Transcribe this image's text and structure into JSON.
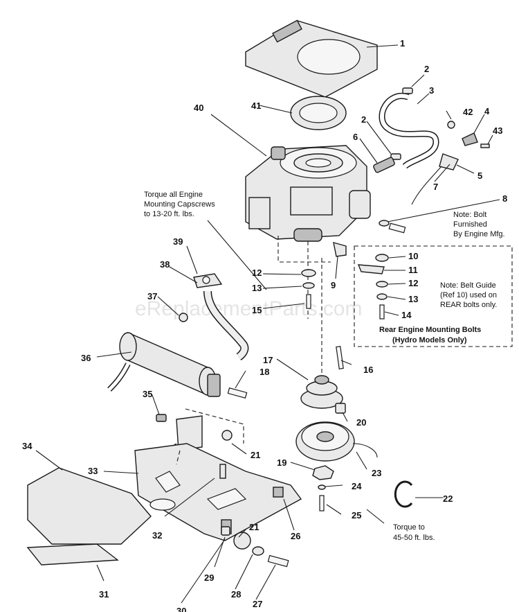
{
  "watermark": "eReplacementParts.com",
  "callouts": [
    "1",
    "2",
    "3",
    "2",
    "6",
    "42",
    "4",
    "43",
    "5",
    "7",
    "8",
    "40",
    "41",
    "39",
    "38",
    "37",
    "36",
    "35",
    "34",
    "33",
    "32",
    "31",
    "30",
    "29",
    "28",
    "27",
    "26",
    "21",
    "21",
    "25",
    "24",
    "19",
    "23",
    "22",
    "20",
    "17",
    "16",
    "18",
    "12",
    "13",
    "15",
    "9",
    "10",
    "11",
    "12",
    "13",
    "14"
  ],
  "notes": {
    "torque_engine": [
      "Torque all Engine",
      "Mounting Capscrews",
      "to 13-20 ft. lbs."
    ],
    "bolt": [
      "Note: Bolt",
      "Furnished",
      "By Engine Mfg."
    ],
    "belt_guide": [
      "Note: Belt Guide",
      "(Ref 10) used on",
      "REAR bolts only."
    ],
    "rear_bolts": [
      "Rear Engine Mounting Bolts",
      "(Hydro Models Only)"
    ],
    "torque_pulley": [
      "Torque to",
      "45-50 ft. lbs."
    ]
  }
}
